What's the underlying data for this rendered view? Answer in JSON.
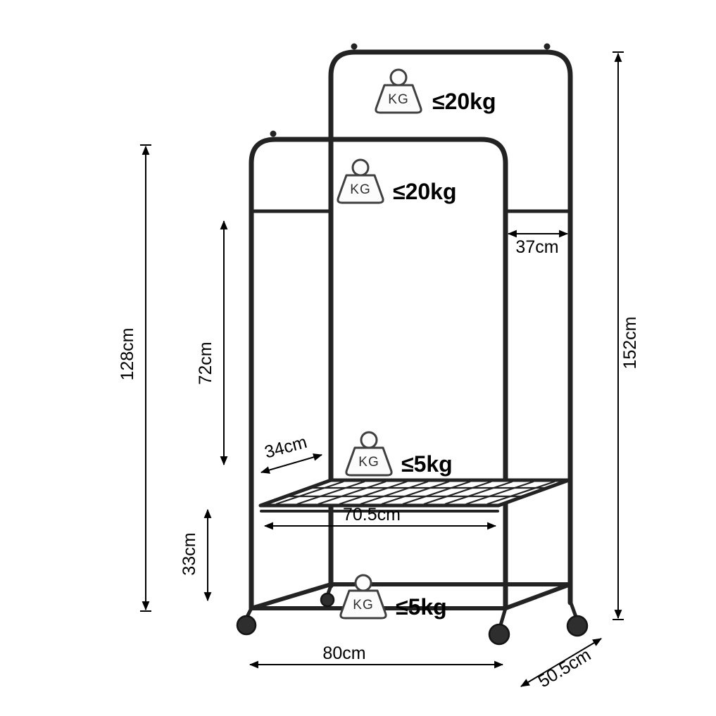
{
  "diagram": {
    "background_color": "#ffffff",
    "line_color": "#232323",
    "dimension_color": "#000000"
  },
  "badges": [
    {
      "icon": "kg-weight-icon",
      "icon_label": "KG",
      "capacity": "≤20kg"
    },
    {
      "icon": "kg-weight-icon",
      "icon_label": "KG",
      "capacity": "≤20kg"
    },
    {
      "icon": "kg-weight-icon",
      "icon_label": "KG",
      "capacity": "≤5kg"
    },
    {
      "icon": "kg-weight-icon",
      "icon_label": "KG",
      "capacity": "≤5kg"
    }
  ],
  "dimensions": {
    "front_rail_height": "128cm",
    "rail_to_shelf_height": "72cm",
    "shelf_to_base_height": "33cm",
    "total_height": "152cm",
    "rail_offset_depth": "37cm",
    "shelf_depth": "34cm",
    "shelf_width": "70.5cm",
    "base_width": "80cm",
    "base_depth": "50.5cm"
  }
}
